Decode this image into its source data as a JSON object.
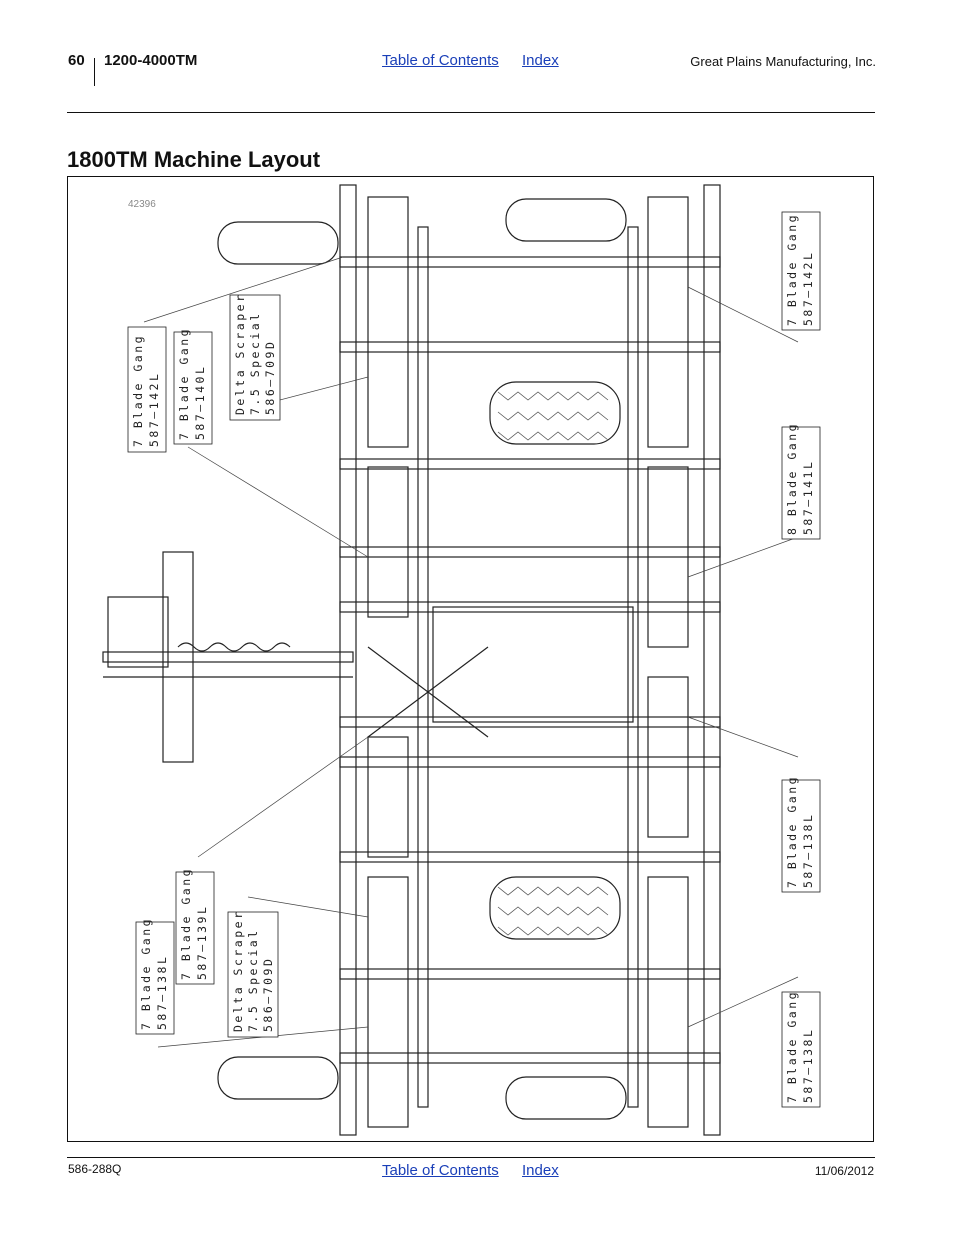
{
  "header": {
    "page_number": "60",
    "model": "1200-4000TM",
    "toc_link": "Table of Contents",
    "index_link": "Index",
    "company": "Great Plains Manufacturing, Inc."
  },
  "title": "1800TM Machine Layout",
  "figure": {
    "figure_id": "42396",
    "callouts": [
      {
        "line1": "7 Blade Gang",
        "line2": "587–142L"
      },
      {
        "line1": "7 Blade Gang",
        "line2": "587–140L"
      },
      {
        "line1": "Delta Scraper",
        "line2": "7.5 Special",
        "line3": "586–709D"
      },
      {
        "line1": "7 Blade Gang",
        "line2": "587–142L"
      },
      {
        "line1": "8 Blade Gang",
        "line2": "587–141L"
      },
      {
        "line1": "7 Blade Gang",
        "line2": "587–138L"
      },
      {
        "line1": "7 Blade Gang",
        "line2": "587–139L"
      },
      {
        "line1": "Delta Scraper",
        "line2": "7.5 Special",
        "line3": "586–709D"
      },
      {
        "line1": "7 Blade Gang",
        "line2": "587–138L"
      },
      {
        "line1": "7 Blade Gang",
        "line2": "587–138L"
      }
    ]
  },
  "footer": {
    "doc_number": "586-288Q",
    "toc_link": "Table of Contents",
    "index_link": "Index",
    "date": "11/06/2012"
  }
}
